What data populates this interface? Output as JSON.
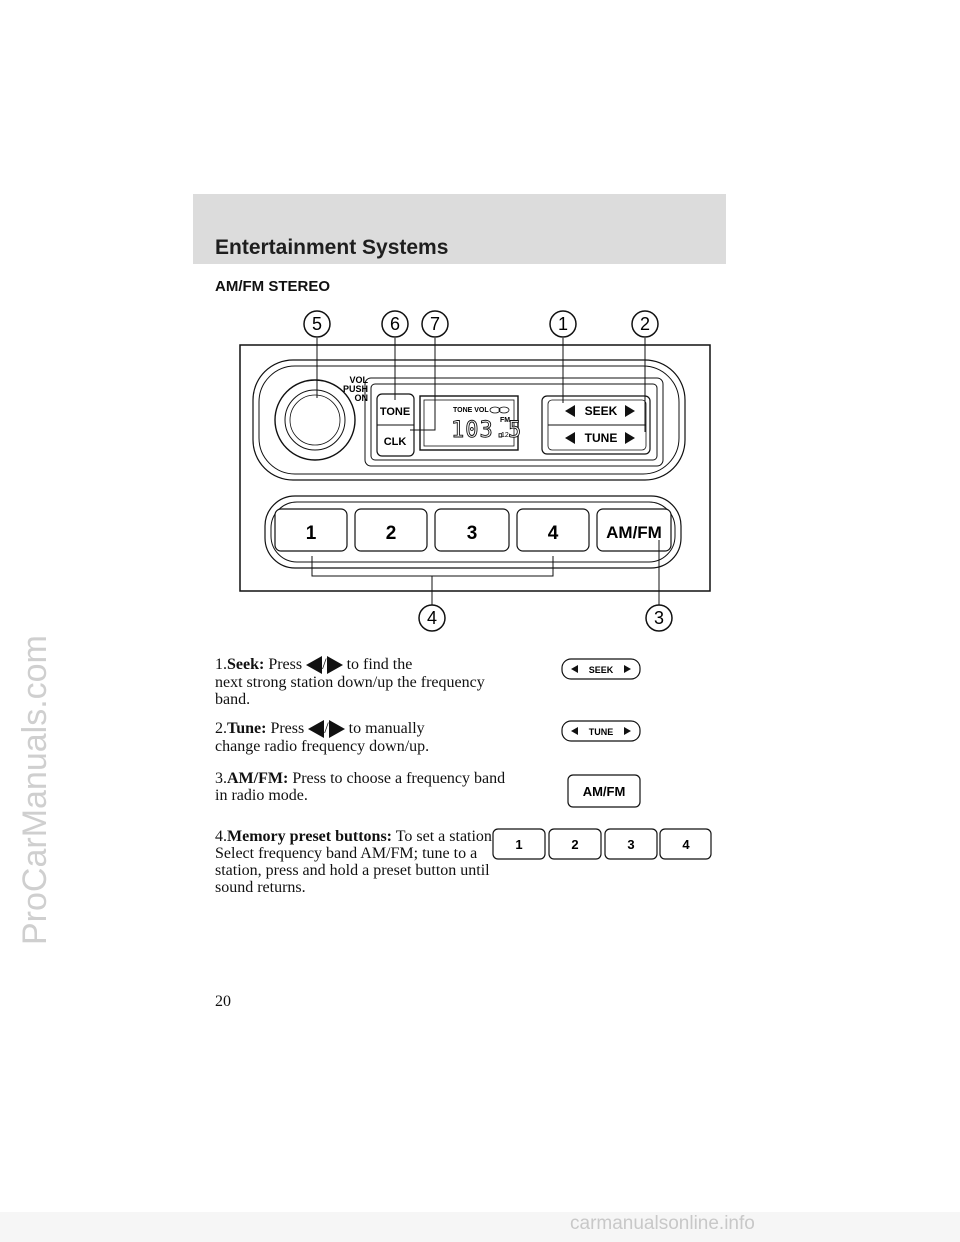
{
  "watermark_side": "ProCarManuals.com",
  "watermark_footer": "carmanualsonline.info",
  "header": {
    "title": "Entertainment Systems"
  },
  "section": {
    "heading": "AM/FM STEREO"
  },
  "diagram": {
    "callouts": [
      "5",
      "6",
      "7",
      "1",
      "2",
      "4",
      "3"
    ],
    "knob_label_lines": [
      "VOL",
      "PUSH",
      "ON"
    ],
    "tone_label": "TONE",
    "clk_label": "CLK",
    "display_indicators": "TONE VOL",
    "display_band": "FM",
    "display_frequency": "103.5",
    "display_small": "12",
    "seek_label": "SEEK",
    "tune_label": "TUNE",
    "preset_buttons": [
      "1",
      "2",
      "3",
      "4",
      "AM/FM"
    ]
  },
  "items": [
    {
      "number": "1.",
      "title": "Seek:",
      "pre": "Press",
      "slash": "/",
      "line1_tail": "to find the",
      "rest": "next strong station down/up the frequency band."
    },
    {
      "number": "2.",
      "title": "Tune:",
      "pre": "Press",
      "slash": "/",
      "line1_tail": "to manually",
      "rest": "change radio frequency down/up."
    },
    {
      "number": "3.",
      "title": "AM/FM:",
      "text": "Press to choose a frequency band in radio mode."
    },
    {
      "number": "4.",
      "title": "Memory preset buttons:",
      "text": "To set a station: Select frequency band AM/FM; tune to a station, press and hold a preset button until sound returns."
    }
  ],
  "icons": {
    "seek_label": "SEEK",
    "tune_label": "TUNE",
    "amfm_label": "AM/FM",
    "presets": [
      "1",
      "2",
      "3",
      "4"
    ]
  },
  "page_number": "20"
}
